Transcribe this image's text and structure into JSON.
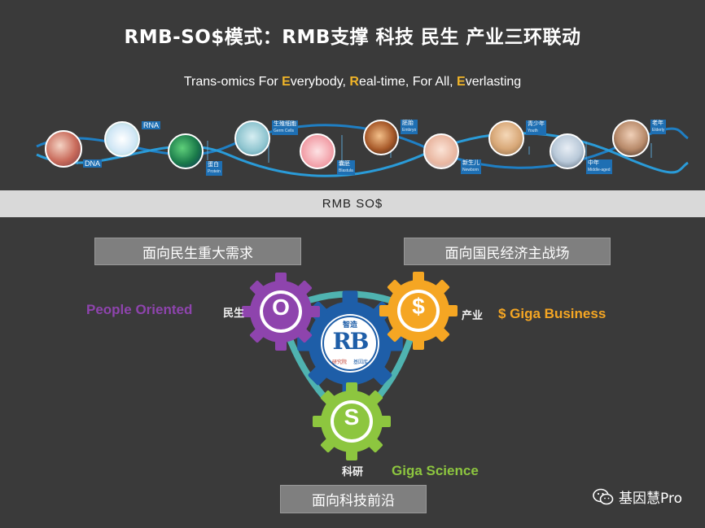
{
  "title": "RMB-SO$模式：RMB支撑 科技 民生 产业三环联动",
  "subtitle": {
    "p1": "Trans-omics For ",
    "e1": "E",
    "p2": "verybody, ",
    "e2": "R",
    "p3": "eal-time, For All, ",
    "e3": "E",
    "p4": "verlasting"
  },
  "stages": [
    {
      "label": "DNA"
    },
    {
      "label": "RNA"
    },
    {
      "cn": "蛋白",
      "en": "Protein"
    },
    {
      "cn": "生殖细胞",
      "en": "Germ Cells"
    },
    {
      "cn": "囊胚",
      "en": "Blastula"
    },
    {
      "cn": "胚胎",
      "en": "Embryo"
    },
    {
      "cn": "新生儿",
      "en": "Newborn"
    },
    {
      "cn": "青少年",
      "en": "Youth"
    },
    {
      "cn": "中年",
      "en": "Middle-aged"
    },
    {
      "cn": "老年",
      "en": "Elderly"
    }
  ],
  "banner": "RMB  SO$",
  "boxes": {
    "top_left": "面向民生重大需求",
    "top_right": "面向国民经济主战场",
    "bottom": "面向科技前沿"
  },
  "gears": {
    "left": {
      "letter": "O",
      "cn": "民生",
      "en": "People Oriented",
      "color": "#8e44ad"
    },
    "right": {
      "letter": "$",
      "cn": "产业",
      "en": "$ Giga Business",
      "color": "#f5a623"
    },
    "bottom": {
      "letter": "S",
      "cn": "科研",
      "en": "Giga Science",
      "color": "#8dc63f"
    },
    "center": {
      "top": "智造",
      "logo": "RB",
      "left": "研究院",
      "right": "基因库",
      "color": "#1e5ea8"
    }
  },
  "watermark": "基因慧Pro"
}
